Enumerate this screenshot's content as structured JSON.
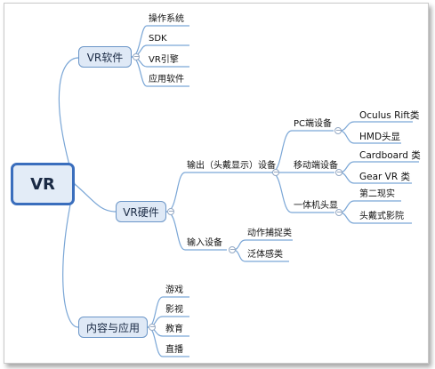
{
  "root": "VR",
  "branches": {
    "software": {
      "label": "VR软件",
      "children": [
        "操作系统",
        "SDK",
        "VR引擎",
        "应用软件"
      ]
    },
    "hardware": {
      "label": "VR硬件",
      "output": {
        "label": "输出（头戴显示）设备",
        "pc": {
          "label": "PC端设备",
          "children": [
            "Oculus Rift类",
            "HMD头显"
          ]
        },
        "mobile": {
          "label": "移动端设备",
          "children": [
            "Cardboard 类",
            "Gear VR 类"
          ]
        },
        "allinone": {
          "label": "一体机头显",
          "children": [
            "第二现实",
            "头戴式影院"
          ]
        }
      },
      "input": {
        "label": "输入设备",
        "children": [
          "动作捕捉类",
          "泛体感类"
        ]
      }
    },
    "content": {
      "label": "内容与应用",
      "children": [
        "游戏",
        "影视",
        "教育",
        "直播"
      ]
    }
  },
  "colors": {
    "line": "#7aa6d6",
    "node_border": "#6b96c8",
    "node_fill": "#dfe9f6",
    "root_border": "#3a6ebd"
  }
}
